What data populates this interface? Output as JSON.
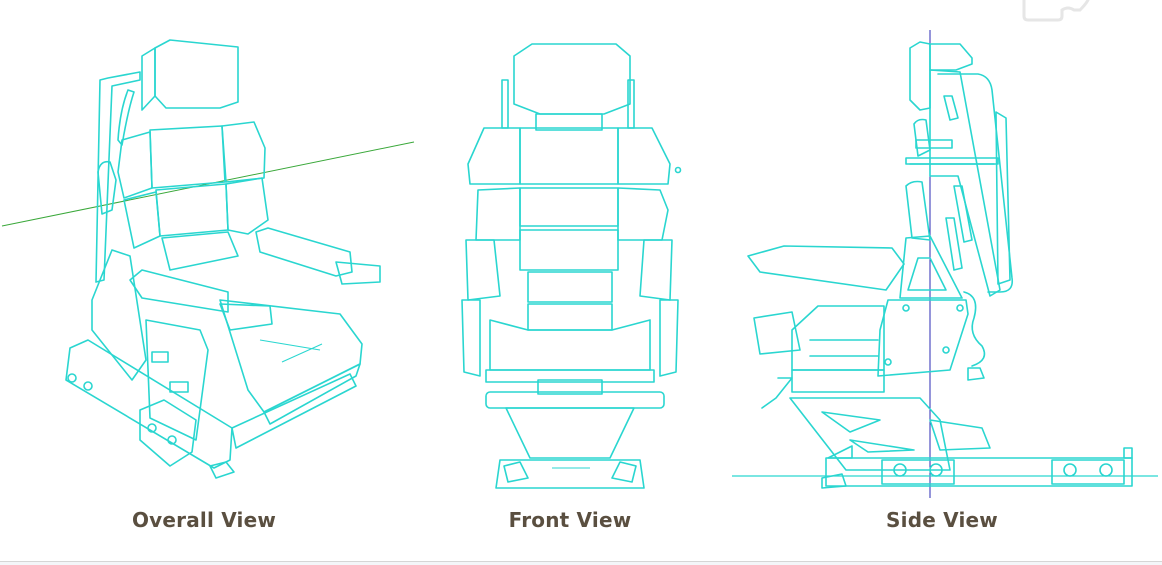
{
  "figure": {
    "views": [
      {
        "id": "overall",
        "label": "Overall View"
      },
      {
        "id": "front",
        "label": "Front View"
      },
      {
        "id": "side",
        "label": "Side View"
      }
    ],
    "colors": {
      "drawing_line": "#2ad6d0",
      "axis_green": "#3aa83a",
      "axis_blue": "#2b2bb5",
      "caption_text": "#5a4f40",
      "background": "#ffffff"
    }
  }
}
